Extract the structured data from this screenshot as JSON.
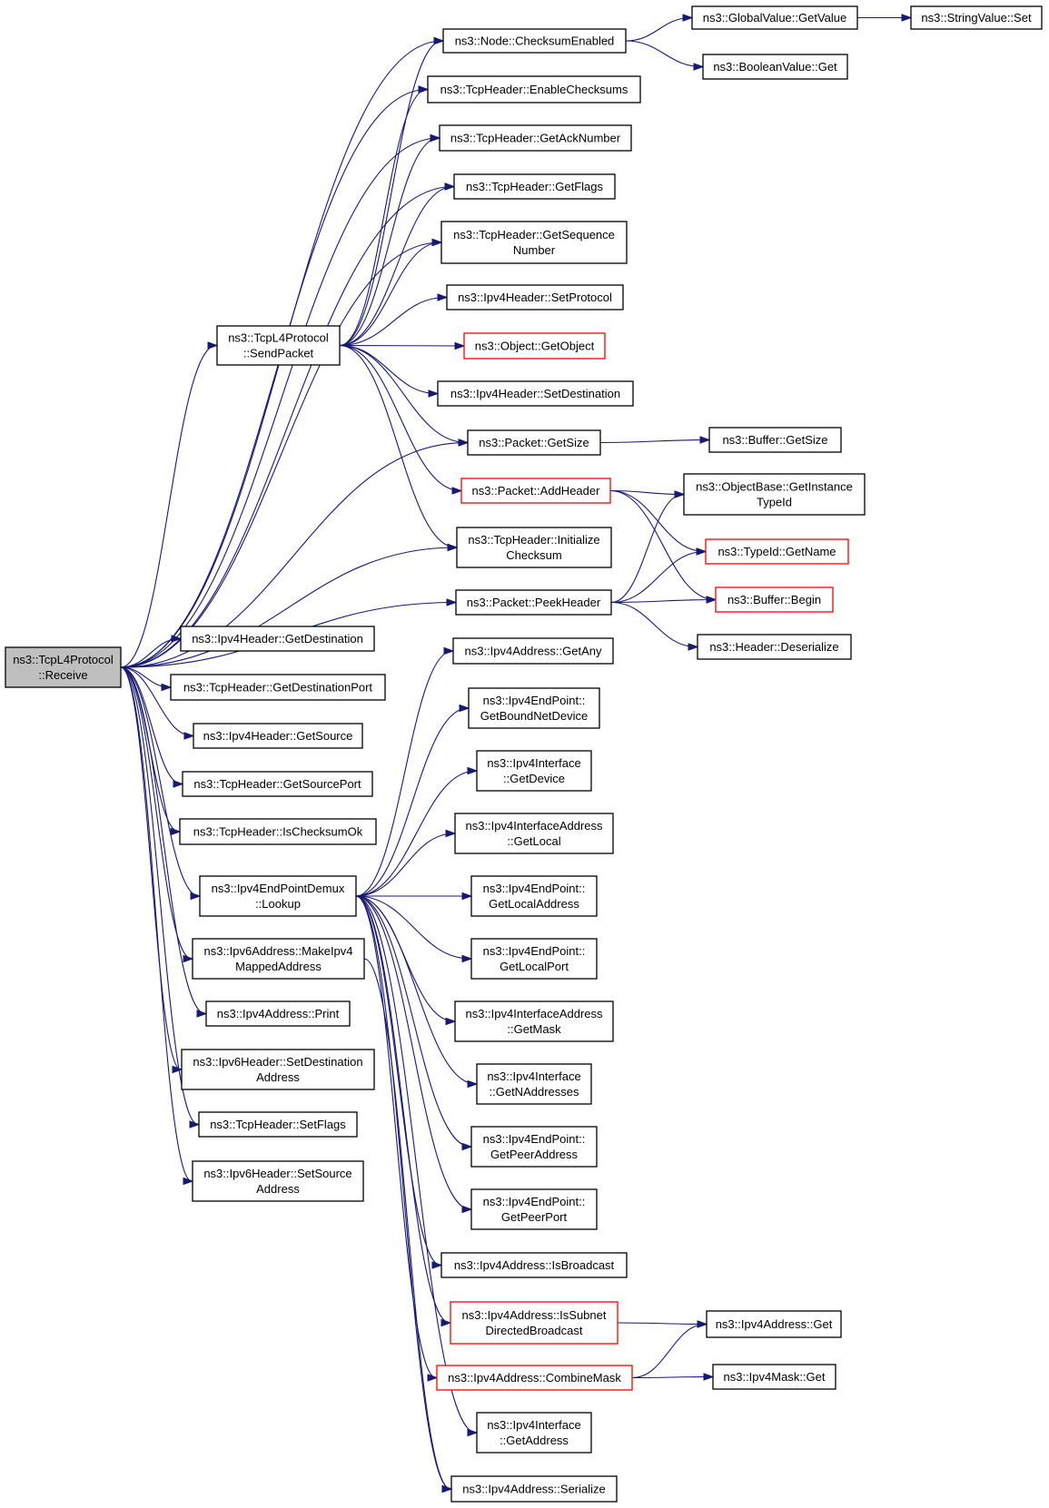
{
  "colors": {
    "edge": "#191970",
    "node_border": "#000000",
    "node_border_truncated": "#ff0000",
    "root_fill": "#bfbfbf",
    "node_fill": "#ffffff"
  },
  "nodes": [
    {
      "id": "root",
      "lines": [
        "ns3::TcpL4Protocol",
        "::Receive"
      ],
      "root": true
    },
    {
      "id": "sendpacket",
      "lines": [
        "ns3::TcpL4Protocol",
        "::SendPacket"
      ]
    },
    {
      "id": "checksumenabled",
      "lines": [
        "ns3::Node::ChecksumEnabled"
      ]
    },
    {
      "id": "gv_getvalue",
      "lines": [
        "ns3::GlobalValue::GetValue"
      ]
    },
    {
      "id": "sv_set",
      "lines": [
        "ns3::StringValue::Set"
      ]
    },
    {
      "id": "bv_get",
      "lines": [
        "ns3::BooleanValue::Get"
      ]
    },
    {
      "id": "enablechecksums",
      "lines": [
        "ns3::TcpHeader::EnableChecksums"
      ]
    },
    {
      "id": "getacknumber",
      "lines": [
        "ns3::TcpHeader::GetAckNumber"
      ]
    },
    {
      "id": "getflags",
      "lines": [
        "ns3::TcpHeader::GetFlags"
      ]
    },
    {
      "id": "getsequence",
      "lines": [
        "ns3::TcpHeader::GetSequence",
        "Number"
      ]
    },
    {
      "id": "setprotocol",
      "lines": [
        "ns3::Ipv4Header::SetProtocol"
      ]
    },
    {
      "id": "getobject",
      "lines": [
        "ns3::Object::GetObject"
      ],
      "truncated": true
    },
    {
      "id": "setdestination",
      "lines": [
        "ns3::Ipv4Header::SetDestination"
      ]
    },
    {
      "id": "pkt_getsize",
      "lines": [
        "ns3::Packet::GetSize"
      ]
    },
    {
      "id": "buf_getsize",
      "lines": [
        "ns3::Buffer::GetSize"
      ]
    },
    {
      "id": "addheader",
      "lines": [
        "ns3::Packet::AddHeader"
      ],
      "truncated": true
    },
    {
      "id": "getinstancetypeid",
      "lines": [
        "ns3::ObjectBase::GetInstance",
        "TypeId"
      ]
    },
    {
      "id": "initchecksum",
      "lines": [
        "ns3::TcpHeader::Initialize",
        "Checksum"
      ]
    },
    {
      "id": "typeid_getname",
      "lines": [
        "ns3::TypeId::GetName"
      ],
      "truncated": true
    },
    {
      "id": "peekheader",
      "lines": [
        "ns3::Packet::PeekHeader"
      ]
    },
    {
      "id": "buf_begin",
      "lines": [
        "ns3::Buffer::Begin"
      ],
      "truncated": true
    },
    {
      "id": "deserialize",
      "lines": [
        "ns3::Header::Deserialize"
      ]
    },
    {
      "id": "ipv4h_getdest",
      "lines": [
        "ns3::Ipv4Header::GetDestination"
      ]
    },
    {
      "id": "tcph_getdestport",
      "lines": [
        "ns3::TcpHeader::GetDestinationPort"
      ]
    },
    {
      "id": "ipv4h_getsource",
      "lines": [
        "ns3::Ipv4Header::GetSource"
      ]
    },
    {
      "id": "tcph_getsourceport",
      "lines": [
        "ns3::TcpHeader::GetSourcePort"
      ]
    },
    {
      "id": "ischecksumok",
      "lines": [
        "ns3::TcpHeader::IsChecksumOk"
      ]
    },
    {
      "id": "lookup",
      "lines": [
        "ns3::Ipv4EndPointDemux",
        "::Lookup"
      ]
    },
    {
      "id": "makeipv4mapped",
      "lines": [
        "ns3::Ipv6Address::MakeIpv4",
        "MappedAddress"
      ]
    },
    {
      "id": "ipv4addr_print",
      "lines": [
        "ns3::Ipv4Address::Print"
      ]
    },
    {
      "id": "ipv6h_setdest",
      "lines": [
        "ns3::Ipv6Header::SetDestination",
        "Address"
      ]
    },
    {
      "id": "tcph_setflags",
      "lines": [
        "ns3::TcpHeader::SetFlags"
      ]
    },
    {
      "id": "ipv6h_setsource",
      "lines": [
        "ns3::Ipv6Header::SetSource",
        "Address"
      ]
    },
    {
      "id": "getany",
      "lines": [
        "ns3::Ipv4Address::GetAny"
      ]
    },
    {
      "id": "getboundnetdevice",
      "lines": [
        "ns3::Ipv4EndPoint::",
        "GetBoundNetDevice"
      ]
    },
    {
      "id": "if_getdevice",
      "lines": [
        "ns3::Ipv4Interface",
        "::GetDevice"
      ]
    },
    {
      "id": "ifaddr_getlocal",
      "lines": [
        "ns3::Ipv4InterfaceAddress",
        "::GetLocal"
      ]
    },
    {
      "id": "ep_getlocaladdress",
      "lines": [
        "ns3::Ipv4EndPoint::",
        "GetLocalAddress"
      ]
    },
    {
      "id": "ep_getlocalport",
      "lines": [
        "ns3::Ipv4EndPoint::",
        "GetLocalPort"
      ]
    },
    {
      "id": "ifaddr_getmask",
      "lines": [
        "ns3::Ipv4InterfaceAddress",
        "::GetMask"
      ]
    },
    {
      "id": "if_getnaddresses",
      "lines": [
        "ns3::Ipv4Interface",
        "::GetNAddresses"
      ]
    },
    {
      "id": "ep_getpeeraddress",
      "lines": [
        "ns3::Ipv4EndPoint::",
        "GetPeerAddress"
      ]
    },
    {
      "id": "ep_getpeerport",
      "lines": [
        "ns3::Ipv4EndPoint::",
        "GetPeerPort"
      ]
    },
    {
      "id": "isbroadcast",
      "lines": [
        "ns3::Ipv4Address::IsBroadcast"
      ]
    },
    {
      "id": "issubnetdb",
      "lines": [
        "ns3::Ipv4Address::IsSubnet",
        "DirectedBroadcast"
      ],
      "truncated": true
    },
    {
      "id": "ipv4addr_get",
      "lines": [
        "ns3::Ipv4Address::Get"
      ]
    },
    {
      "id": "combinemask",
      "lines": [
        "ns3::Ipv4Address::CombineMask"
      ],
      "truncated": true
    },
    {
      "id": "ipv4mask_get",
      "lines": [
        "ns3::Ipv4Mask::Get"
      ]
    },
    {
      "id": "if_getaddress",
      "lines": [
        "ns3::Ipv4Interface",
        "::GetAddress"
      ]
    },
    {
      "id": "ipv4addr_serialize",
      "lines": [
        "ns3::Ipv4Address::Serialize"
      ]
    }
  ],
  "edges": [
    [
      "root",
      "sendpacket"
    ],
    [
      "root",
      "checksumenabled"
    ],
    [
      "root",
      "enablechecksums"
    ],
    [
      "root",
      "getacknumber"
    ],
    [
      "root",
      "getflags"
    ],
    [
      "root",
      "getsequence"
    ],
    [
      "root",
      "pkt_getsize"
    ],
    [
      "root",
      "initchecksum"
    ],
    [
      "root",
      "peekheader"
    ],
    [
      "root",
      "ipv4h_getdest"
    ],
    [
      "root",
      "tcph_getdestport"
    ],
    [
      "root",
      "ipv4h_getsource"
    ],
    [
      "root",
      "tcph_getsourceport"
    ],
    [
      "root",
      "ischecksumok"
    ],
    [
      "root",
      "lookup"
    ],
    [
      "root",
      "makeipv4mapped"
    ],
    [
      "root",
      "ipv4addr_print"
    ],
    [
      "root",
      "ipv6h_setdest"
    ],
    [
      "root",
      "tcph_setflags"
    ],
    [
      "root",
      "ipv6h_setsource"
    ],
    [
      "sendpacket",
      "checksumenabled"
    ],
    [
      "sendpacket",
      "enablechecksums"
    ],
    [
      "sendpacket",
      "getacknumber"
    ],
    [
      "sendpacket",
      "getflags"
    ],
    [
      "sendpacket",
      "getsequence"
    ],
    [
      "sendpacket",
      "setprotocol"
    ],
    [
      "sendpacket",
      "getobject"
    ],
    [
      "sendpacket",
      "setdestination"
    ],
    [
      "sendpacket",
      "pkt_getsize"
    ],
    [
      "sendpacket",
      "addheader"
    ],
    [
      "sendpacket",
      "initchecksum"
    ],
    [
      "checksumenabled",
      "gv_getvalue"
    ],
    [
      "checksumenabled",
      "bv_get"
    ],
    [
      "gv_getvalue",
      "sv_set"
    ],
    [
      "pkt_getsize",
      "buf_getsize"
    ],
    [
      "addheader",
      "getinstancetypeid"
    ],
    [
      "addheader",
      "typeid_getname"
    ],
    [
      "addheader",
      "buf_begin"
    ],
    [
      "peekheader",
      "getinstancetypeid"
    ],
    [
      "peekheader",
      "typeid_getname"
    ],
    [
      "peekheader",
      "buf_begin"
    ],
    [
      "peekheader",
      "deserialize"
    ],
    [
      "lookup",
      "getany"
    ],
    [
      "lookup",
      "getboundnetdevice"
    ],
    [
      "lookup",
      "if_getdevice"
    ],
    [
      "lookup",
      "ifaddr_getlocal"
    ],
    [
      "lookup",
      "ep_getlocaladdress"
    ],
    [
      "lookup",
      "ep_getlocalport"
    ],
    [
      "lookup",
      "ifaddr_getmask"
    ],
    [
      "lookup",
      "if_getnaddresses"
    ],
    [
      "lookup",
      "ep_getpeeraddress"
    ],
    [
      "lookup",
      "ep_getpeerport"
    ],
    [
      "lookup",
      "isbroadcast"
    ],
    [
      "lookup",
      "issubnetdb"
    ],
    [
      "lookup",
      "combinemask"
    ],
    [
      "lookup",
      "if_getaddress"
    ],
    [
      "lookup",
      "ipv4addr_serialize"
    ],
    [
      "makeipv4mapped",
      "ipv4addr_serialize"
    ],
    [
      "issubnetdb",
      "ipv4addr_get"
    ],
    [
      "combinemask",
      "ipv4addr_get"
    ],
    [
      "combinemask",
      "ipv4mask_get"
    ]
  ]
}
